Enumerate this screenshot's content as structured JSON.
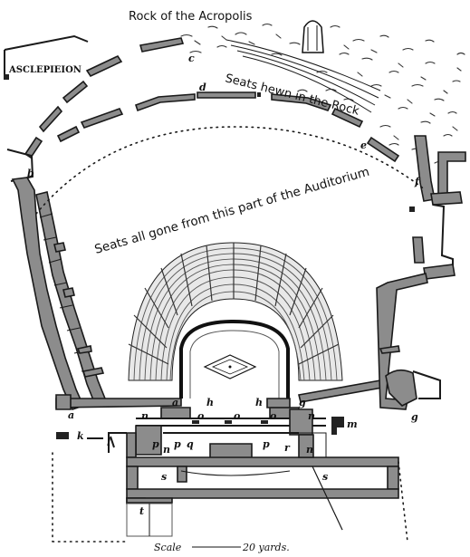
{
  "labels": {
    "rock": "Rock of the Acropolis",
    "asclepieion": "ASCLEPIEION",
    "seats_hewn": "Seats hewn in the Rock",
    "seats_gone": "Seats all gone from this part of the Auditorium"
  },
  "letters": {
    "a_left": "a",
    "a_center": "a",
    "b": "b",
    "c": "c",
    "d": "d",
    "e": "e",
    "f": "f",
    "g_right": "g",
    "g_center": "g",
    "h_left": "h",
    "h_right": "h",
    "k": "k",
    "l": "l",
    "m": "m",
    "n_left": "n",
    "n_right": "n",
    "n_lower": "n",
    "n_lower2": "n",
    "o_left": "o",
    "o_mid": "o",
    "o_right": "o",
    "p_left": "p",
    "p_right": "p",
    "p_mid": "p",
    "q": "q",
    "r": "r",
    "s_left": "s",
    "s_right": "s",
    "t": "t"
  },
  "scale": {
    "word": "Scale",
    "value": "20 yards."
  }
}
